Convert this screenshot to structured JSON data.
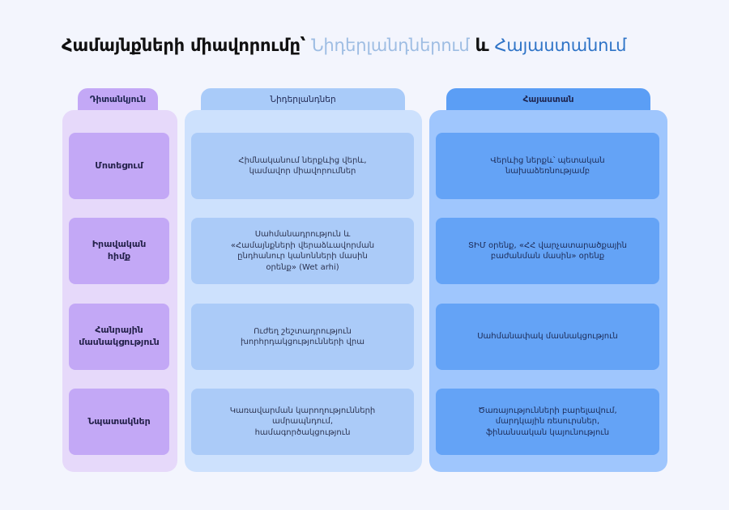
{
  "title": {
    "part1": "Համայնքների միավորումը՝ ",
    "netherlands": "Նիդերլանդներում",
    "connector": " և ",
    "armenia": "Հայաստանում"
  },
  "columns": {
    "category": "Դիտանկյուն",
    "netherlands": "Նիդերլանդներ",
    "armenia": "Հայաստան"
  },
  "colors": {
    "background": "#f3f5fd",
    "category_header": "#c3a8f6",
    "category_panel": "#e6d9fa",
    "netherlands_header": "#a9cbf9",
    "netherlands_panel": "#cde1fd",
    "netherlands_cell": "#abcbf8",
    "armenia_header": "#5b9ef5",
    "armenia_panel": "#9fc6fd",
    "armenia_cell": "#64a3f6",
    "title_netherlands": "#9ebde3",
    "title_armenia": "#2f74c7"
  },
  "rows": [
    {
      "category": "Մոտեցում",
      "netherlands": "Հիմնականում ներքևից վերև, կամավոր միավորումներ",
      "armenia": "Վերևից ներքև՝ պետական նախաձեռնությամբ"
    },
    {
      "category": "Իրավական հիմք",
      "netherlands": "Սահմանադրություն և «Համայնքների վերաձևավորման ընդհանուր կանոնների մասին օրենք» (Wet arhi)",
      "armenia": "ՏԻՄ օրենք, «ՀՀ վարչատարածքային բաժանման մասին» օրենք"
    },
    {
      "category": "Հանրային մասնակցություն",
      "netherlands": "Ուժեղ շեշտադրություն խորհրդակցությունների վրա",
      "armenia": "Սահմանափակ մասնակցություն"
    },
    {
      "category": "Նպատակներ",
      "netherlands": "Կառավարման կարողությունների ամրապնդում, համագործակցություն",
      "armenia": "Ծառայությունների բարելավում, մարդկային ռեսուրսներ, ֆինանսական կայունություն"
    }
  ]
}
